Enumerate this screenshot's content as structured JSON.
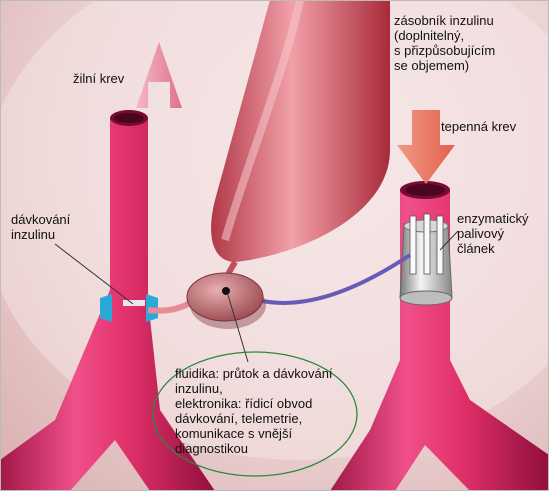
{
  "labels": {
    "reservoir": "zásobník inzulinu\n(doplnitelný,\ns přizpůsobujícím\nse objemem)",
    "vein": "žilní krev",
    "artery": "tepenná krev",
    "dosing": "dávkování\ninzulinu",
    "fuel_cell": "enzymatický\npalivový\nčlánek",
    "control": "fluidika: průtok a dávkování\ninzulinu,\nelektronika: řídicí obvod\ndávkování, telemetrie,\nkomunikace s vnější\ndiagnostikou"
  },
  "colors": {
    "vessel": "#e0306a",
    "arrow": "#f090a8",
    "reservoir": "#d85a6a",
    "pump": "#b8606a",
    "wire": "#6a5ab8",
    "clamp": "#2aa8d8",
    "fuel_cell": "#c8c8c8",
    "outline": "#2a8a3a"
  }
}
